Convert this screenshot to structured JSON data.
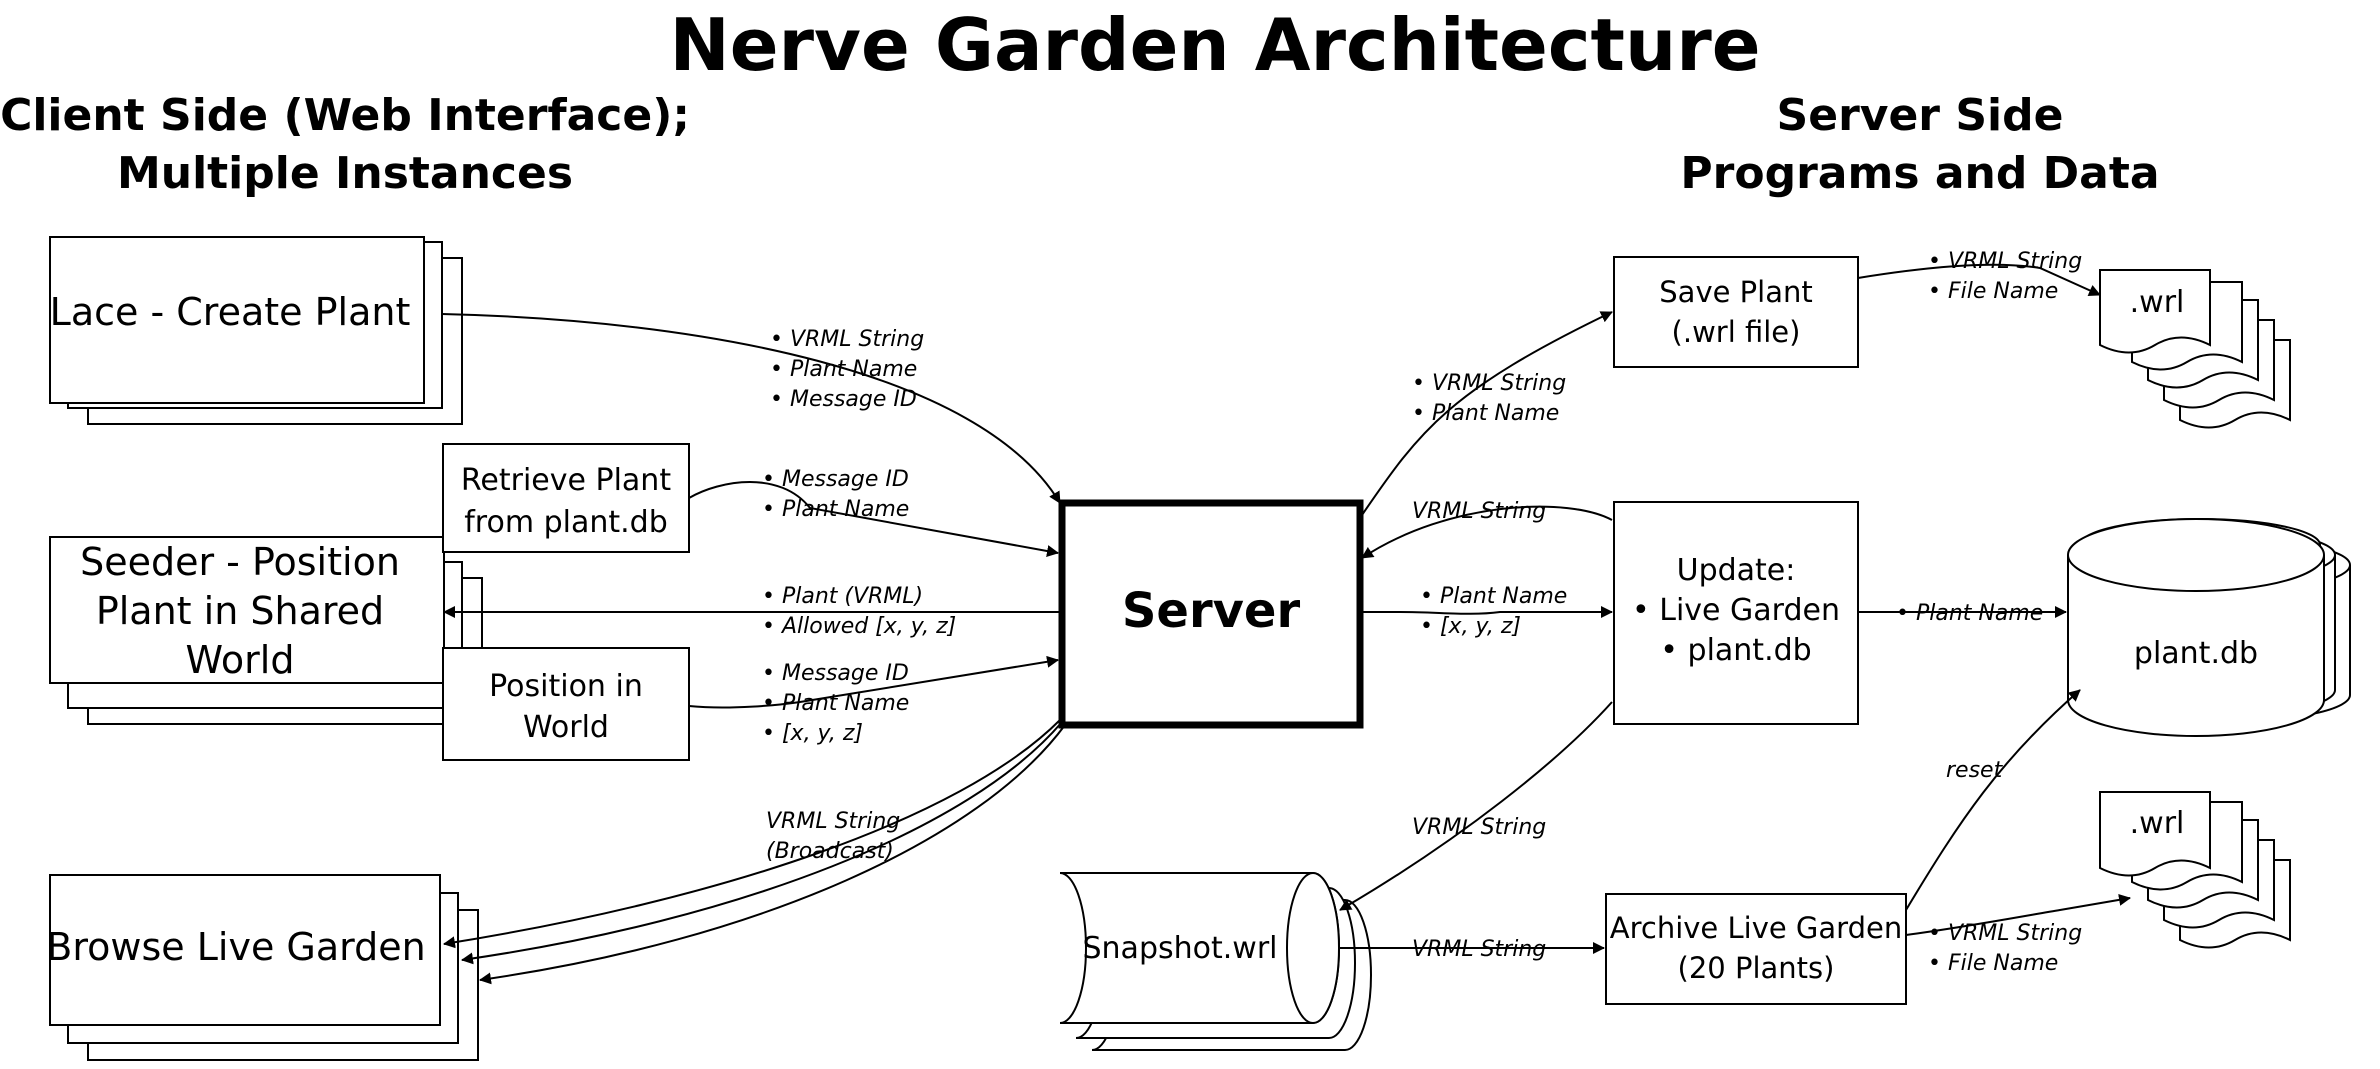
{
  "title": "Nerve Garden Architecture",
  "client_heading": [
    "Client Side (Web Interface);",
    "Multiple Instances"
  ],
  "server_heading": [
    "Server Side",
    "Programs and Data"
  ],
  "server": "Server",
  "lace": "Lace - Create Plant",
  "retrieve": [
    "Retrieve Plant",
    "from plant.db"
  ],
  "seeder": [
    "Seeder - Position",
    "Plant in Shared",
    "World"
  ],
  "position": [
    "Position in",
    "World"
  ],
  "browse": "Browse Live Garden",
  "save_plant": [
    "Save Plant",
    "(.wrl file)"
  ],
  "update": [
    "Update:",
    "• Live Garden",
    "• plant.db"
  ],
  "plantdb": "plant.db",
  "snapshot": "Snapshot.wrl",
  "archive": [
    "Archive Live Garden",
    "(20 Plants)"
  ],
  "wrl_top": ".wrl",
  "wrl_bottom": ".wrl",
  "labels": {
    "lace_out": [
      "• VRML String",
      "• Plant Name",
      "• Message ID"
    ],
    "retrieve_out": [
      "• Message ID",
      "• Plant Name"
    ],
    "seeder_in": [
      "• Plant (VRML)",
      "• Allowed [x, y, z]"
    ],
    "position_out": [
      "• Message ID",
      "• Plant Name",
      "• [x, y, z]"
    ],
    "broadcast": [
      "VRML String",
      "(Broadcast)"
    ],
    "to_save": [
      "• VRML String",
      "• Plant Name"
    ],
    "save_to_wrl": [
      "• VRML String",
      "• File Name"
    ],
    "update_to_server": "VRML String",
    "server_to_update": [
      "• Plant Name",
      "• [x, y, z]"
    ],
    "update_to_db": "• Plant Name",
    "update_to_snapshot": "VRML String",
    "snapshot_to_archive": "VRML String",
    "reset": "reset",
    "archive_to_wrl": [
      "• VRML String",
      "• File Name"
    ]
  }
}
